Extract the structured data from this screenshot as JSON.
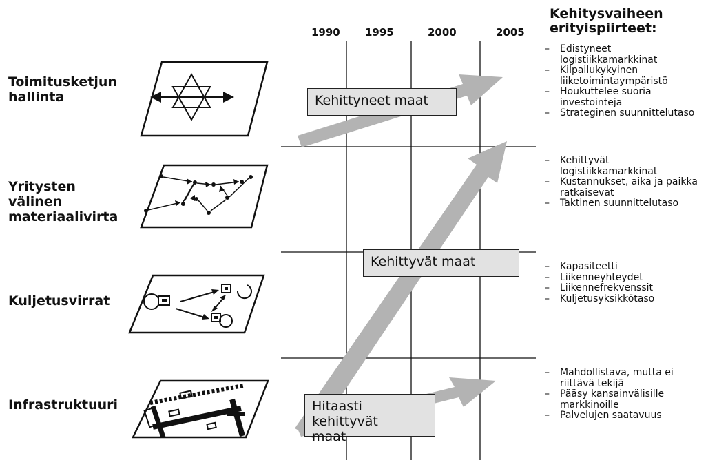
{
  "years": [
    "1990",
    "1995",
    "2000",
    "2005"
  ],
  "rows": [
    {
      "label_lines": [
        "Toimitusketjun",
        "hallinta"
      ]
    },
    {
      "label_lines": [
        "Yritysten",
        "välinen",
        "materiaalivirta"
      ]
    },
    {
      "label_lines": [
        "Kuljetusvirrat"
      ]
    },
    {
      "label_lines": [
        "Infrastruktuuri"
      ]
    }
  ],
  "features_title_lines": [
    "Kehitysvaiheen",
    "erityispiirteet:"
  ],
  "features": [
    [
      [
        "Edistyneet",
        "logistiikkamarkkinat"
      ],
      [
        "Kilpailukykyinen",
        "liiketoimintaympäristö"
      ],
      [
        "Houkuttelee suoria",
        "investointeja"
      ],
      [
        "Strateginen suunnittelutaso"
      ]
    ],
    [
      [
        "Kehittyvät",
        "logistiikkamarkkinat"
      ],
      [
        "Kustannukset, aika ja paikka",
        "ratkaisevat"
      ],
      [
        "Taktinen suunnittelutaso"
      ]
    ],
    [
      [
        "Kapasiteetti"
      ],
      [
        "Liikenneyhteydet"
      ],
      [
        "Liikennefrekvenssit"
      ],
      [
        "Kuljetusyksikkötaso"
      ]
    ],
    [
      [
        "Mahdollistava, mutta ei",
        "riittävä tekijä"
      ],
      [
        "Pääsy kansainvälisille",
        "markkinoille"
      ],
      [
        "Palvelujen saatavuus"
      ]
    ]
  ],
  "bullet_dash": "–",
  "country_groups": {
    "developed": "Kehittyneet maat",
    "developing": "Kehittyvät maat",
    "slow_lines": [
      "Hitaasti kehittyvät",
      "maat"
    ]
  },
  "colors": {
    "arrow": "#b3b3b3",
    "box_fill": "#e2e2e2",
    "line": "#111111"
  }
}
